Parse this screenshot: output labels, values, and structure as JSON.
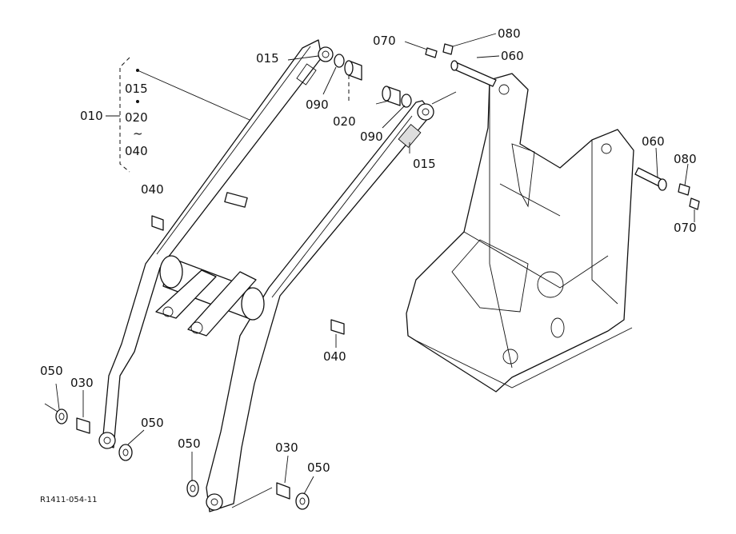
{
  "drawing_code": "R1411-054-11",
  "labels": {
    "p015_a": "015",
    "p015_b": "015",
    "p015_list": "015",
    "p010": "010",
    "p020_list": "020",
    "p020": "020",
    "tilde": "~",
    "p040_list": "040",
    "p040_a": "040",
    "p040_b": "040",
    "p090_a": "090",
    "p090_b": "090",
    "p070_a": "070",
    "p070_b": "070",
    "p080_a": "080",
    "p080_b": "080",
    "p060_a": "060",
    "p060_b": "060",
    "p050_a": "050",
    "p050_b": "050",
    "p050_c": "050",
    "p050_d": "050",
    "p030_a": "030",
    "p030_b": "030"
  }
}
